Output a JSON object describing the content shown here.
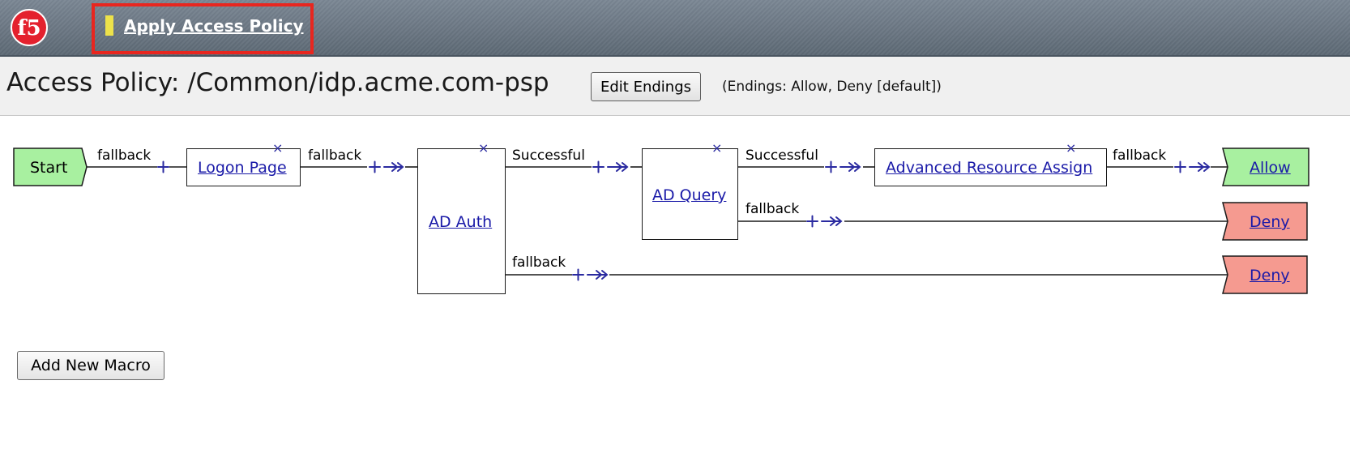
{
  "topbar": {
    "logo_text": "f5",
    "apply_label": "Apply Access Policy",
    "indicator_color": "#ede24a",
    "highlight_color": "#e8261f"
  },
  "header": {
    "title": "Access Policy: /Common/idp.acme.com-psp",
    "edit_endings_label": "Edit Endings",
    "endings_note": "(Endings: Allow, Deny [default])"
  },
  "flow": {
    "start_label": "Start",
    "nodes": {
      "logon": "Logon Page",
      "ad_auth": "AD Auth",
      "ad_query": "AD Query",
      "resource_assign": "Advanced Resource Assign"
    },
    "endings": {
      "allow": "Allow",
      "deny_1": "Deny",
      "deny_2": "Deny"
    },
    "branches": {
      "start_out": "fallback",
      "logon_out": "fallback",
      "auth_success": "Successful",
      "auth_fallback": "fallback",
      "query_success": "Successful",
      "query_fallback": "fallback",
      "assign_out": "fallback"
    },
    "colors": {
      "start_fill": "#a8f0a0",
      "allow_fill": "#a8f0a0",
      "deny_fill": "#f59a90",
      "connector": "#2a2aa0"
    }
  },
  "footer": {
    "add_macro_label": "Add New Macro"
  }
}
